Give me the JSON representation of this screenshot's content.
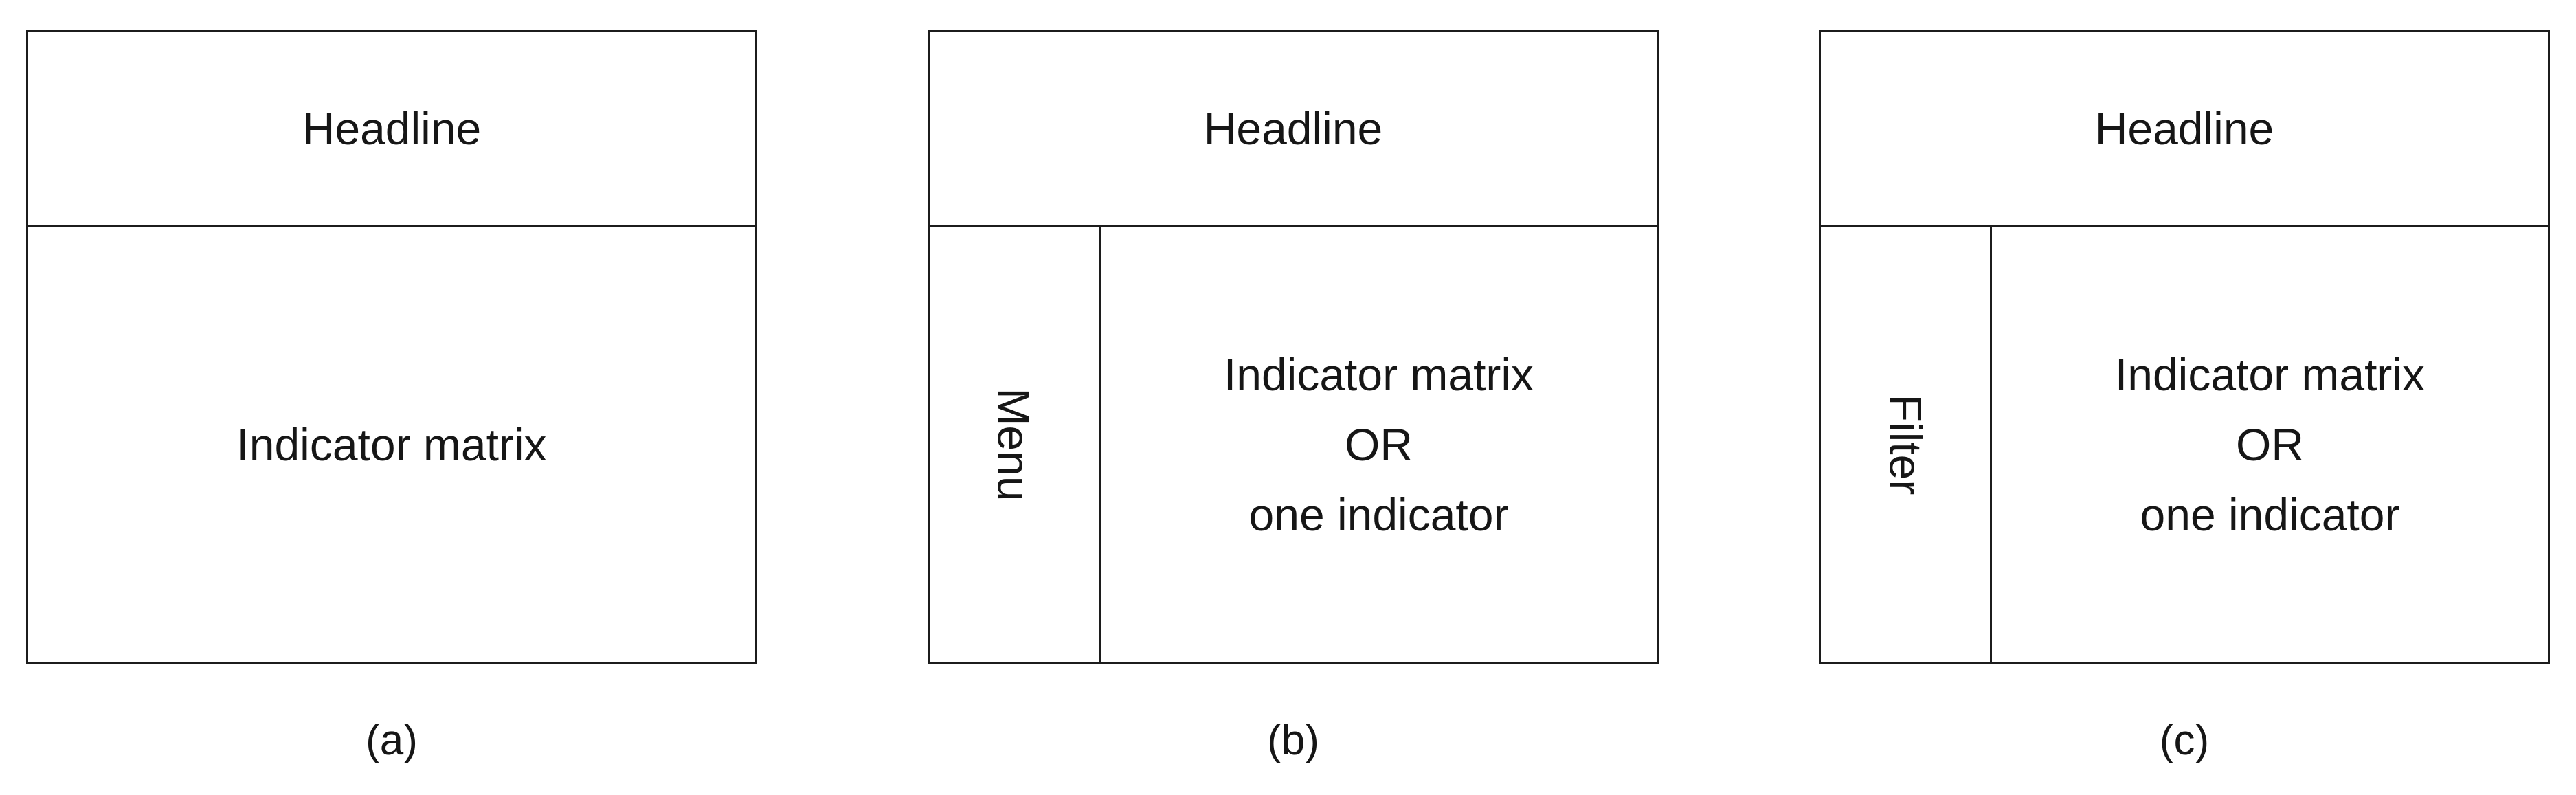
{
  "figure": {
    "background_color": "#ffffff",
    "line_color": "#1c1c1c",
    "text_color": "#161616"
  },
  "panels": [
    {
      "caption": "(a)",
      "headline": "Headline",
      "body_lines": [
        "Indicator matrix"
      ]
    },
    {
      "caption": "(b)",
      "headline": "Headline",
      "sidebar_label": "Menu",
      "body_lines": [
        "Indicator matrix",
        "OR",
        "one indicator"
      ]
    },
    {
      "caption": "(c)",
      "headline": "Headline",
      "sidebar_label": "Filter",
      "body_lines": [
        "Indicator matrix",
        "OR",
        "one indicator"
      ]
    }
  ]
}
